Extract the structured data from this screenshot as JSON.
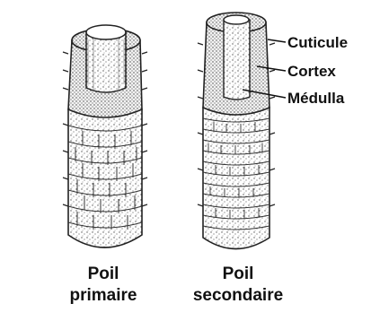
{
  "labels": {
    "cuticle": "Cuticule",
    "cortex": "Cortex",
    "medulla": "Médulla"
  },
  "captions": {
    "primary_line1": "Poil",
    "primary_line2": "primaire",
    "secondary_line1": "Poil",
    "secondary_line2": "secondaire"
  },
  "colors": {
    "ink": "#222222",
    "stipple": "#5a5a5a",
    "background": "#ffffff"
  }
}
